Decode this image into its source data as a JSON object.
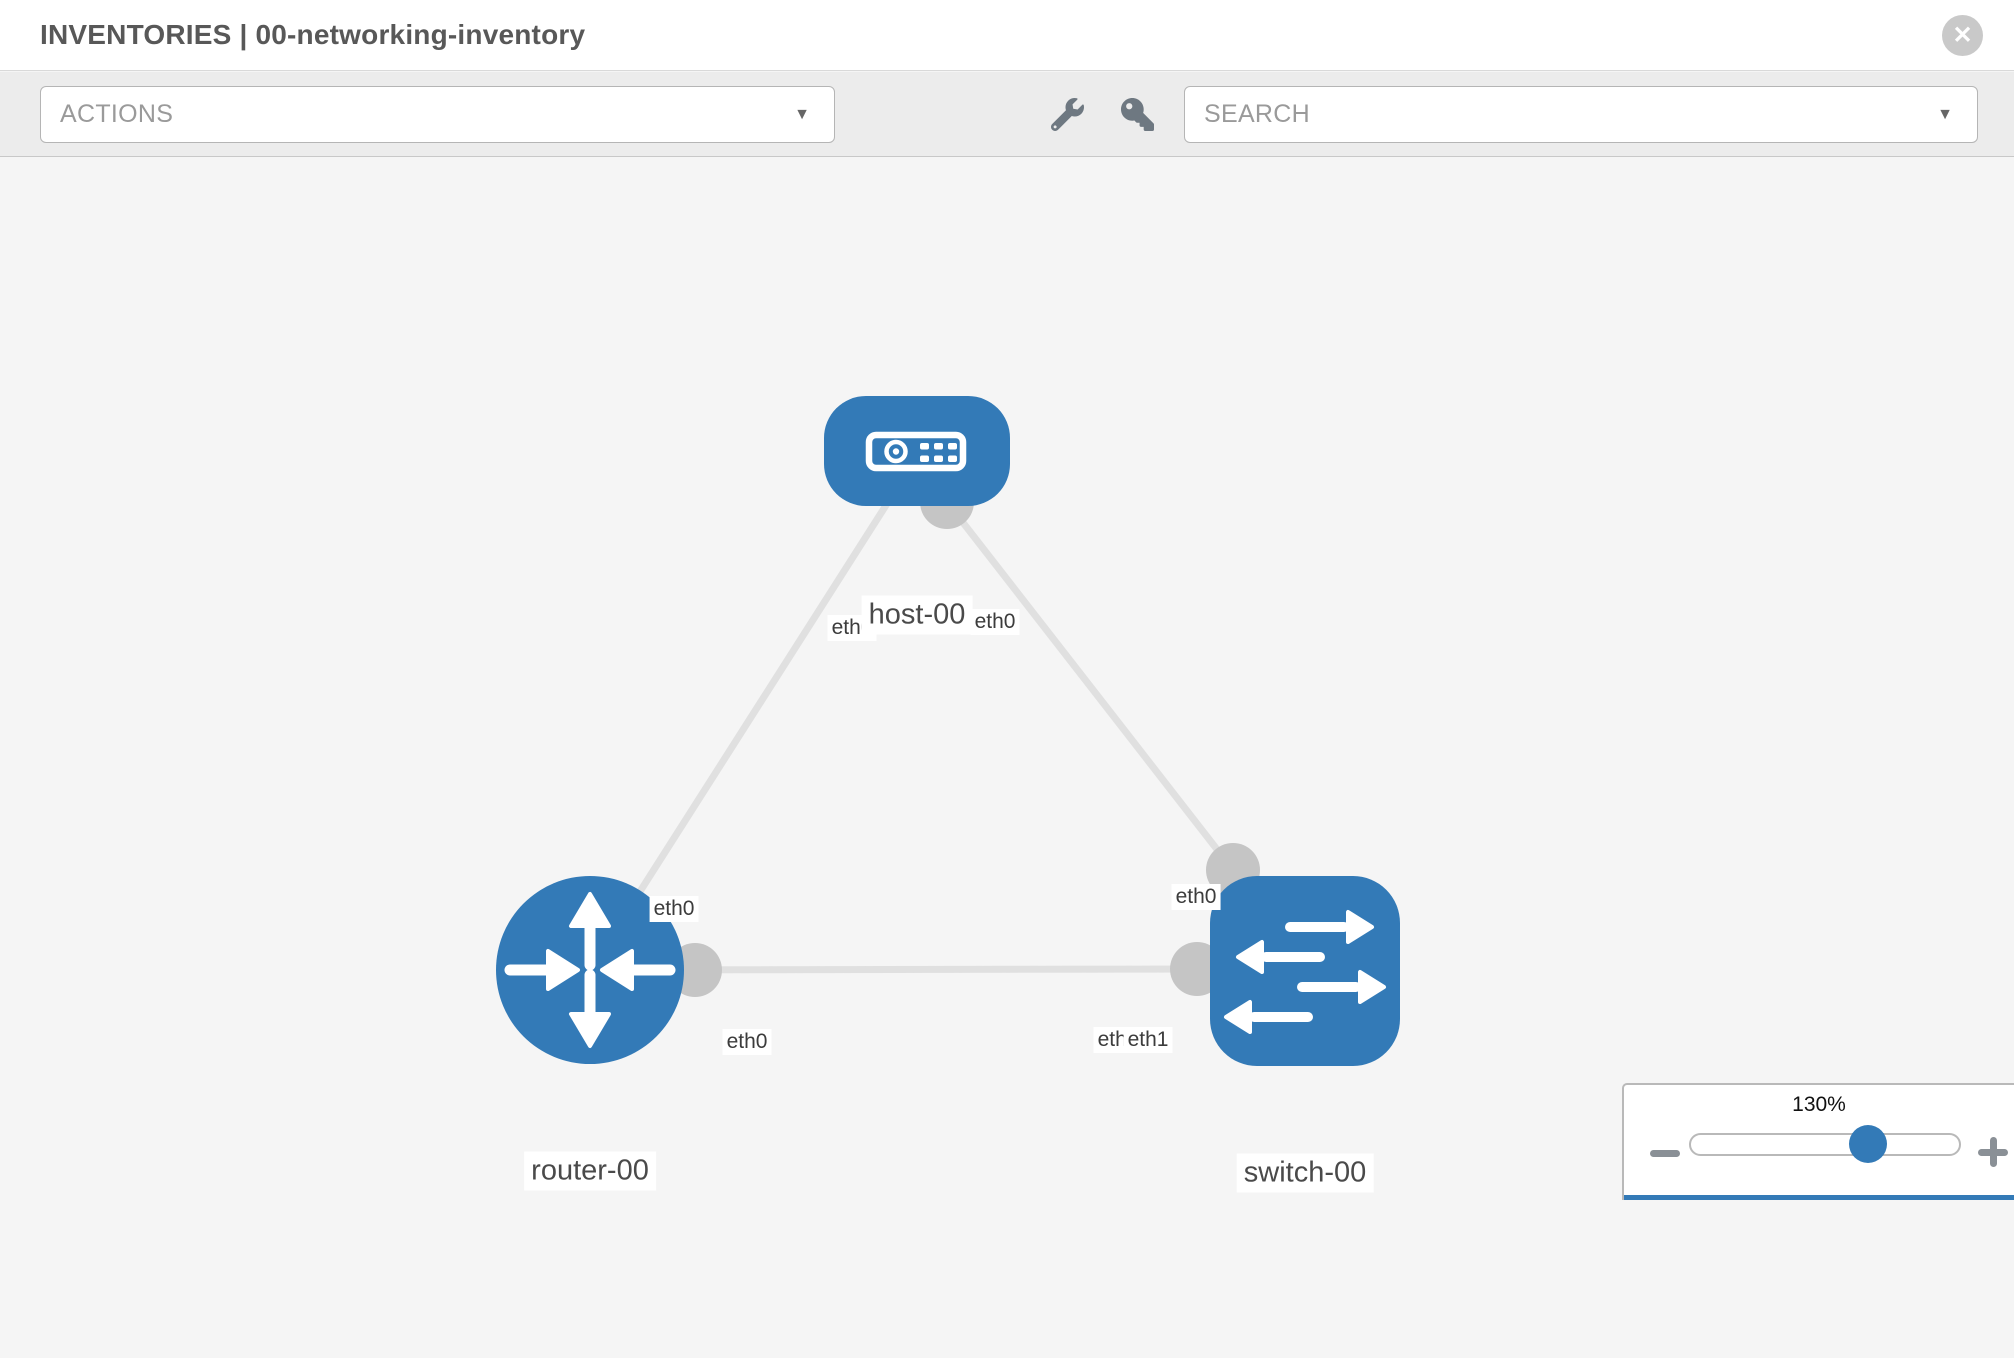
{
  "header": {
    "title": "INVENTORIES | 00-networking-inventory",
    "close_icon": "✕"
  },
  "toolbar": {
    "actions_label": "ACTIONS",
    "search_label": "SEARCH",
    "caret": "▼"
  },
  "graph": {
    "nodes": [
      {
        "id": "host-00",
        "label": "host-00",
        "type": "host"
      },
      {
        "id": "router-00",
        "label": "router-00",
        "type": "router"
      },
      {
        "id": "switch-00",
        "label": "switch-00",
        "type": "switch"
      }
    ],
    "links": [
      {
        "from": "router-00",
        "from_if": "eth0",
        "to": "host-00",
        "to_if": "eth0"
      },
      {
        "from": "host-00",
        "from_if": "eth0",
        "to": "switch-00",
        "to_if": "eth0"
      },
      {
        "from": "router-00",
        "from_if": "eth0",
        "to": "switch-00",
        "to_if": "eth1"
      }
    ],
    "interface_labels": [
      {
        "text": "eth0"
      },
      {
        "text": "eth0"
      },
      {
        "text": "eth0"
      },
      {
        "text": "eth0"
      },
      {
        "text": "eth0"
      },
      {
        "text": "eth0"
      },
      {
        "text": "eth1"
      }
    ],
    "colors": {
      "node_blue": "#337ab7",
      "port_gray": "#c5c5c5",
      "link_gray": "#e0e0e0"
    }
  },
  "zoom_panel": {
    "level": "130%"
  }
}
